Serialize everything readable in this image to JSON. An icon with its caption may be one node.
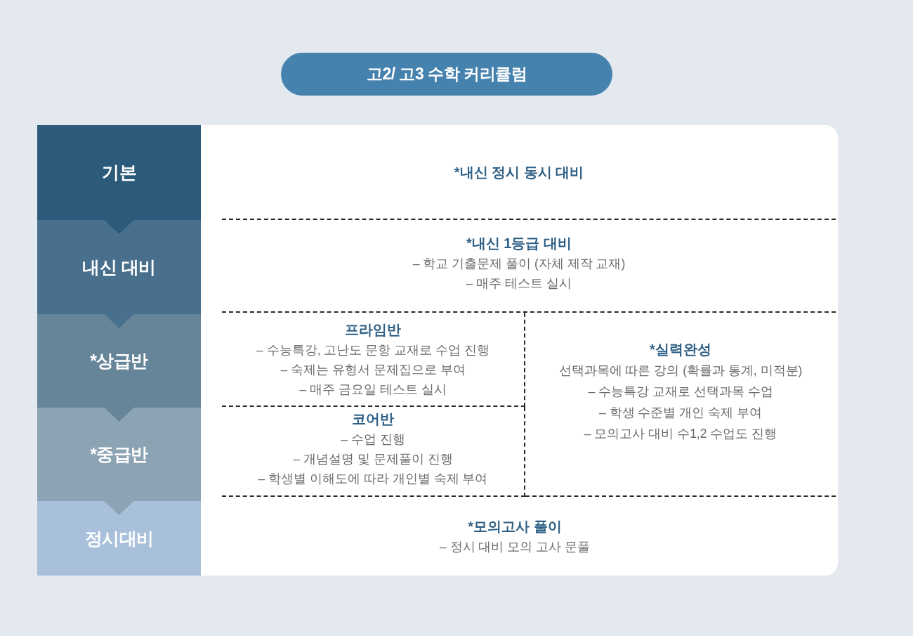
{
  "diagram": {
    "title": "고2/ 고3 수학 커리큘럼",
    "nodes": [
      {
        "text": [
          "기본"
        ]
      },
      {
        "text": [
          "내신 대비"
        ]
      },
      {
        "text": [
          "*상급반"
        ]
      },
      {
        "text": [
          "*중급반"
        ]
      },
      {
        "text": [
          "정시대비"
        ]
      },
      {
        "text": [],
        "shape": "box"
      },
      {
        "text": [
          "*내신 정시 동시 대비"
        ],
        "in": 5
      },
      {
        "text": [
          "*내신 1등급 대비",
          "– 학교 기출문제 풀이 (자체 제작 교재)",
          "– 매주 테스트 실시"
        ],
        "in": 5
      },
      {
        "text": [
          "프라임반",
          "– 수능특강, 고난도 문항 교재로 수업 진행",
          "– 숙제는 유형서 문제집으로 부여",
          "– 매주 금요일 테스트 실시"
        ],
        "in": 5
      },
      {
        "text": [
          "코어반",
          "– 수업 진행",
          "– 개념설명 및 문제풀이 진행",
          "– 학생별 이해도에 따라 개인별 숙제 부여"
        ],
        "in": 5
      },
      {
        "text": [
          "*실력완성",
          "선택과목에 따른 강의 (확률과 통계, 미적분)",
          "– 수능특강 교재로 선택과목 수업",
          "– 학생 수준별 개인 숙제 부여",
          "– 모의고사 대비 수1,2 수업도 진행"
        ],
        "in": 5
      },
      {
        "text": [
          "*모의고사 풀이",
          "– 정시 대비 모의 고사 문풀"
        ],
        "in": 5
      }
    ],
    "edges": [
      {
        "from": 0,
        "to": 1,
        "arrow": "to"
      },
      {
        "from": 1,
        "to": 2,
        "arrow": "to"
      },
      {
        "from": 2,
        "to": 3,
        "arrow": "to"
      },
      {
        "from": 3,
        "to": 4,
        "arrow": "to"
      }
    ]
  }
}
